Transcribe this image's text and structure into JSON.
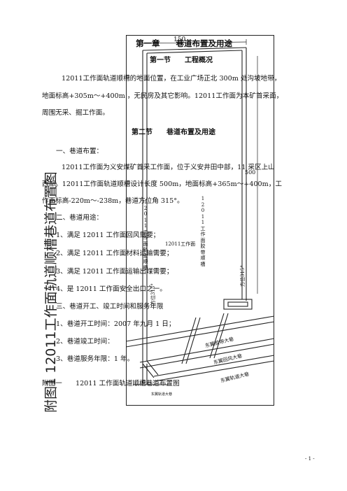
{
  "chapter": {
    "title": "第一章　　巷道布置及用途",
    "section1": {
      "title": "第一节　　工程概况",
      "para": [
        "12011工作面轨道顺槽的地面位置，在工业广场正北 300m 处沟坡地带，",
        "地面标高+305m～+400m ，无民房及其它影响。12011工作面为本矿首采面，",
        "周围无采、掘工作面。"
      ]
    },
    "section2": {
      "title": "第二节　　巷道布置及用途",
      "item1_head": "一、巷道布置：",
      "item1_para": [
        "12011工作面为义安煤矿首采工作面，位于义安井田中部，11 采区上山",
        "西部。12011工作面轨道顺槽设计长度 500m，地面标高+365m～+400m，工",
        "作面标高-220m～-238m，巷道方位角 315°。"
      ],
      "item2_head": "二、巷道用途：",
      "uses": [
        "1、满足 12011 工作面回风需要；",
        "2、满足 12011 工作面材料运输需要；",
        "3、满足 12011 工作面运输出煤需要；",
        "4、是 12011 工作面安全出口之一。"
      ],
      "item3_head": "三、巷道开工、竣工时间和服务年限",
      "times": [
        "1、巷道开工时间：2007 年九月 1 日；",
        "2、巷道竣工时间：",
        "3、巷道服务年限：1 年。"
      ]
    }
  },
  "figure": {
    "caption": "附图一　　12011 工作面轨道顺槽巷道布置图",
    "rotated_title": "附图1 12011工作面轨道顺槽巷道布置图",
    "width_label": "150",
    "right_vertical": "12011工作面胶带顺槽",
    "left_vertical": "12011工作面轨道顺槽",
    "face_label": "12011工作面",
    "azimuth_right": "方位315°",
    "azimuth_left": "方位315°",
    "length_label": "500",
    "road1": "东翼胶带大巷",
    "road2": "东翼回风大巷",
    "road3": "东翼轨道大巷",
    "bottom_small": "东翼轨道大巷"
  },
  "footer": {
    "page": "- 1 -"
  }
}
